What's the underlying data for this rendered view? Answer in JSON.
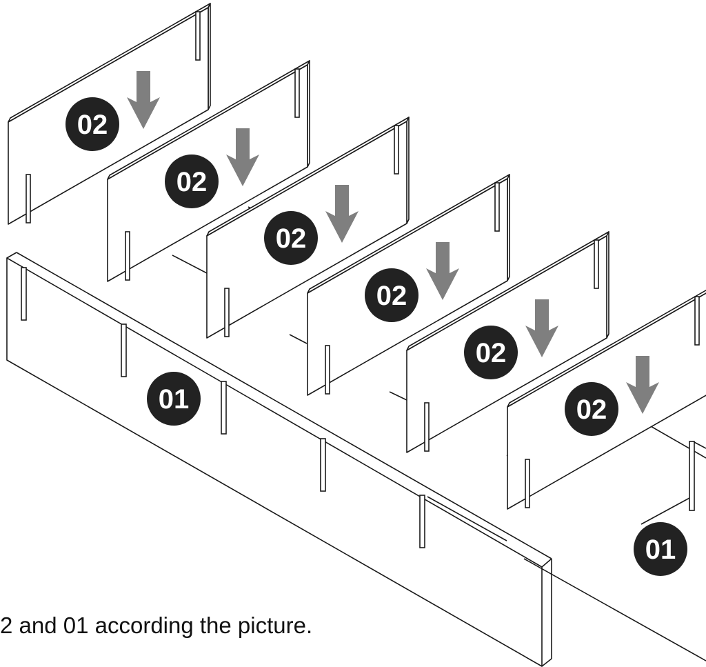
{
  "figure": {
    "part_labels": {
      "divider": "02",
      "rail": "01"
    },
    "caption": "2 and 01 according the picture.",
    "colors": {
      "badge_fill": "#222222",
      "badge_text": "#ffffff",
      "arrow_fill": "#7f7f7f",
      "line": "#1a1a1a",
      "background": "#ffffff"
    },
    "icons": [
      "down-arrow-icon"
    ]
  }
}
